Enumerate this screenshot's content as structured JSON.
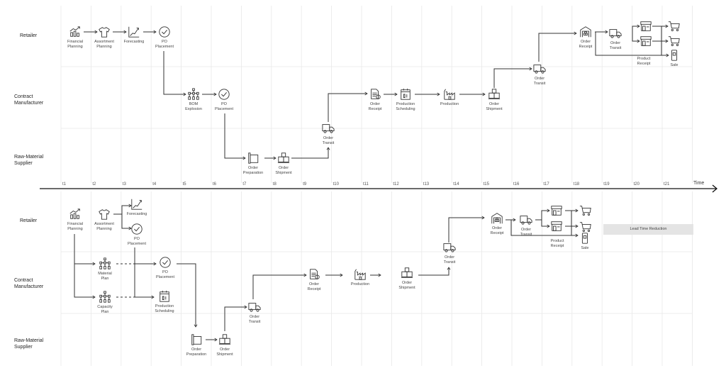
{
  "lanes": {
    "retailer": "Retailer",
    "contract_manufacturer": "Contract\nManufacturer",
    "raw_material_supplier": "Raw-Material\nSupplier"
  },
  "axis": {
    "label": "Time",
    "ticks": [
      "t1",
      "t2",
      "t3",
      "t4",
      "t5",
      "t6",
      "t7",
      "t8",
      "t9",
      "t10",
      "t11",
      "t12",
      "t13",
      "t14",
      "t15",
      "t16",
      "t17",
      "t18",
      "t19",
      "t20",
      "t21"
    ]
  },
  "current": {
    "nodes": [
      "Financial\nPlanning",
      "Assortment\nPlanning",
      "Forecasting",
      "PO\nPlacement",
      "BOM\nExplosion",
      "PO\nPlacement",
      "Order\nPreparation",
      "Order\nShipment",
      "Order\nTransit",
      "Order\nReceipt",
      "Production\nScheduling",
      "Production",
      "Order\nShipment",
      "Order\nTransit",
      "Order\nReceipt",
      "Order\nTransit",
      "Sale"
    ],
    "product_receipt": "Product\nReceipt"
  },
  "improved": {
    "nodes": [
      "Financial\nPlanning",
      "Assortment\nPlanning",
      "Forecasting",
      "PO\nPlacement",
      "Material\nPlan",
      "Capacity\nPlan",
      "PO\nPlacement",
      "Production\nScheduling",
      "Order\nPreparation",
      "Order\nShipment",
      "Order\nTransit",
      "Order\nReceipt",
      "Production",
      "Order\nShipment",
      "Order\nTransit",
      "Order\nReceipt",
      "Order\nTransit",
      "Sale"
    ],
    "product_receipt": "Product\nReceipt",
    "lead_time_reduction": "Lead Time Reduction"
  },
  "colors": {
    "line": "#333333",
    "grid": "#e8e8e8",
    "highlight": "#e4e4e4"
  }
}
